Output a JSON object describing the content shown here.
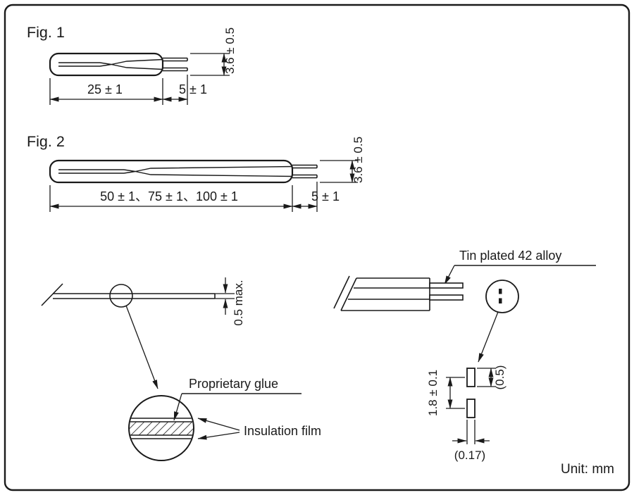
{
  "page": {
    "unit": "Unit: mm"
  },
  "fig1": {
    "title": "Fig. 1",
    "length": "25 ± 1",
    "lead_length": "5 ± 1",
    "width": "3.6 ± 0.5"
  },
  "fig2": {
    "title": "Fig. 2",
    "length": "50 ± 1、75 ± 1、100 ± 1",
    "lead_length": "5 ± 1",
    "width": "3.6 ± 0.5"
  },
  "side_view": {
    "thickness": "0.5 max.",
    "glue": "Proprietary glue",
    "film": "Insulation film"
  },
  "lead_detail": {
    "material": "Tin plated 42 alloy",
    "pitch": "1.8 ± 0.1",
    "lead_width": "(0.5)",
    "lead_thickness": "(0.17)"
  }
}
